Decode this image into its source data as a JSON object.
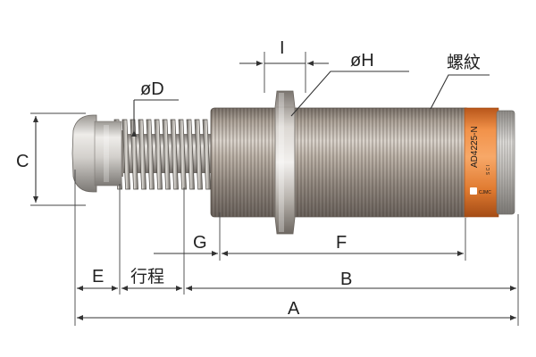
{
  "colors": {
    "body_steel": "#a69a8e",
    "label_orange": "#e8833a",
    "cap_silver": "#c6c3bf",
    "line": "#333333"
  },
  "body_label": {
    "model": "AD4225-N",
    "small_marks": "S C I",
    "brand": "CJMC"
  },
  "dimensions": {
    "A": "A",
    "B": "B",
    "C": "C",
    "D": "øD",
    "E": "E",
    "F": "F",
    "G": "G",
    "H": "øH",
    "I": "I",
    "stroke": "行程",
    "thread": "螺紋"
  }
}
